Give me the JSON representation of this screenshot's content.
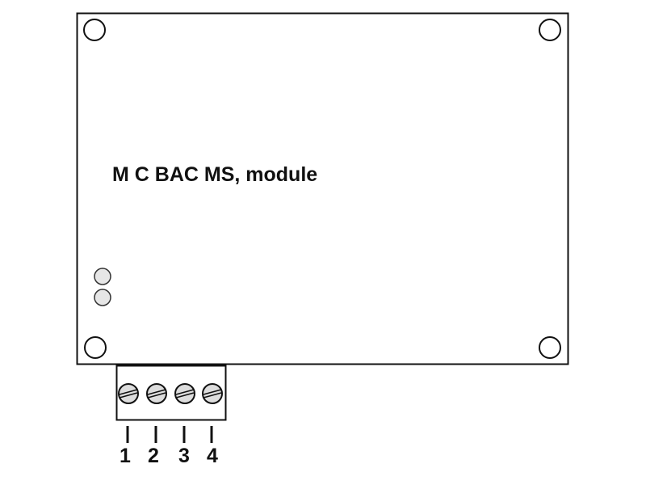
{
  "module_label": "M C BAC MS, module",
  "terminals": [
    "1",
    "2",
    "3",
    "4"
  ],
  "colors": {
    "stroke": "#111111",
    "led_fill": "#e6e6e6",
    "screw_fill": "#dddddd"
  }
}
